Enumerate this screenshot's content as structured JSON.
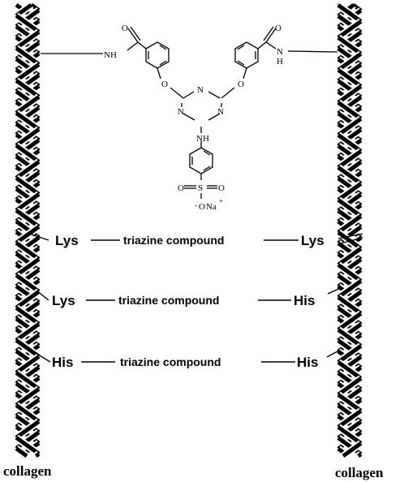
{
  "molecule": {
    "amide_left": {
      "oxygen": "O",
      "nh": "NH"
    },
    "amide_right": {
      "oxygen": "O",
      "n": "N",
      "h": "H"
    },
    "ether_left": "O",
    "ether_right": "O",
    "triazine_n_top": "N",
    "triazine_n_left": "N",
    "triazine_n_right": "N",
    "amine": "NH",
    "sulfonyl": {
      "o_left": "O",
      "s": "S",
      "o_right": "O",
      "o_bottom": "O"
    },
    "sulfonate_label": "O",
    "sulfonate_minus": "-",
    "sulfonate_counterion": "Na",
    "sulfonate_plus": "+"
  },
  "crosslinks": [
    {
      "left": "Lys",
      "middle": "triazine compound",
      "right": "Lys"
    },
    {
      "left": "Lys",
      "middle": "triazine compound",
      "right": "His"
    },
    {
      "left": "His",
      "middle": "triazine compound",
      "right": "His"
    }
  ],
  "labels": {
    "left": "collagen",
    "right": "collagen"
  },
  "colors": {
    "ink": "#000000",
    "background": "#ffffff"
  }
}
